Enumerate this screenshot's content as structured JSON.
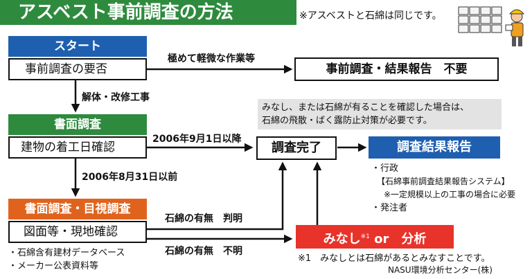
{
  "title": "アスベスト事前調査の方法",
  "top_note": "※アスベストと石綿は同じです。",
  "start": {
    "header": "スタート",
    "box": "事前調査の要否"
  },
  "edge_light": "極めて軽微な作業等",
  "no_need_box": "事前調査・結果報告　不要",
  "edge_demolition": "解体・改修工事",
  "doc_survey": {
    "header": "書面調査",
    "box": "建物の着工日確認"
  },
  "edge_after": "2006年9月1日以降",
  "edge_before": "2006年8月31日以前",
  "grey_note": [
    "みなし、または石綿が有ることを確認した場合は、",
    "石綿の飛散・ばく露防止対策が必要です。"
  ],
  "complete_box": "調査完了",
  "report": {
    "header": "調査結果報告",
    "items": [
      "・行政",
      "【石綿事前調査結果報告システム】",
      "※一定規模以上の工事の場合に必要",
      "・発注者"
    ]
  },
  "visual_survey": {
    "header": "書面調査・目視調査",
    "box": "図面等・現地確認"
  },
  "edge_found": "石綿の有無　判明",
  "edge_unknown": "石綿の有無　不明",
  "deem_box": {
    "label": "みなし",
    "sup": "※1",
    "rest": " or　分析"
  },
  "sources": [
    "・石綿含有建材データベース",
    "・メーカー公表資料等"
  ],
  "footnote": "※1　みなしとは石綿があるとみなすことです。",
  "credit": "NASU環境分析センター(株)",
  "icons": [
    "worker-with-shelves-illustration"
  ]
}
